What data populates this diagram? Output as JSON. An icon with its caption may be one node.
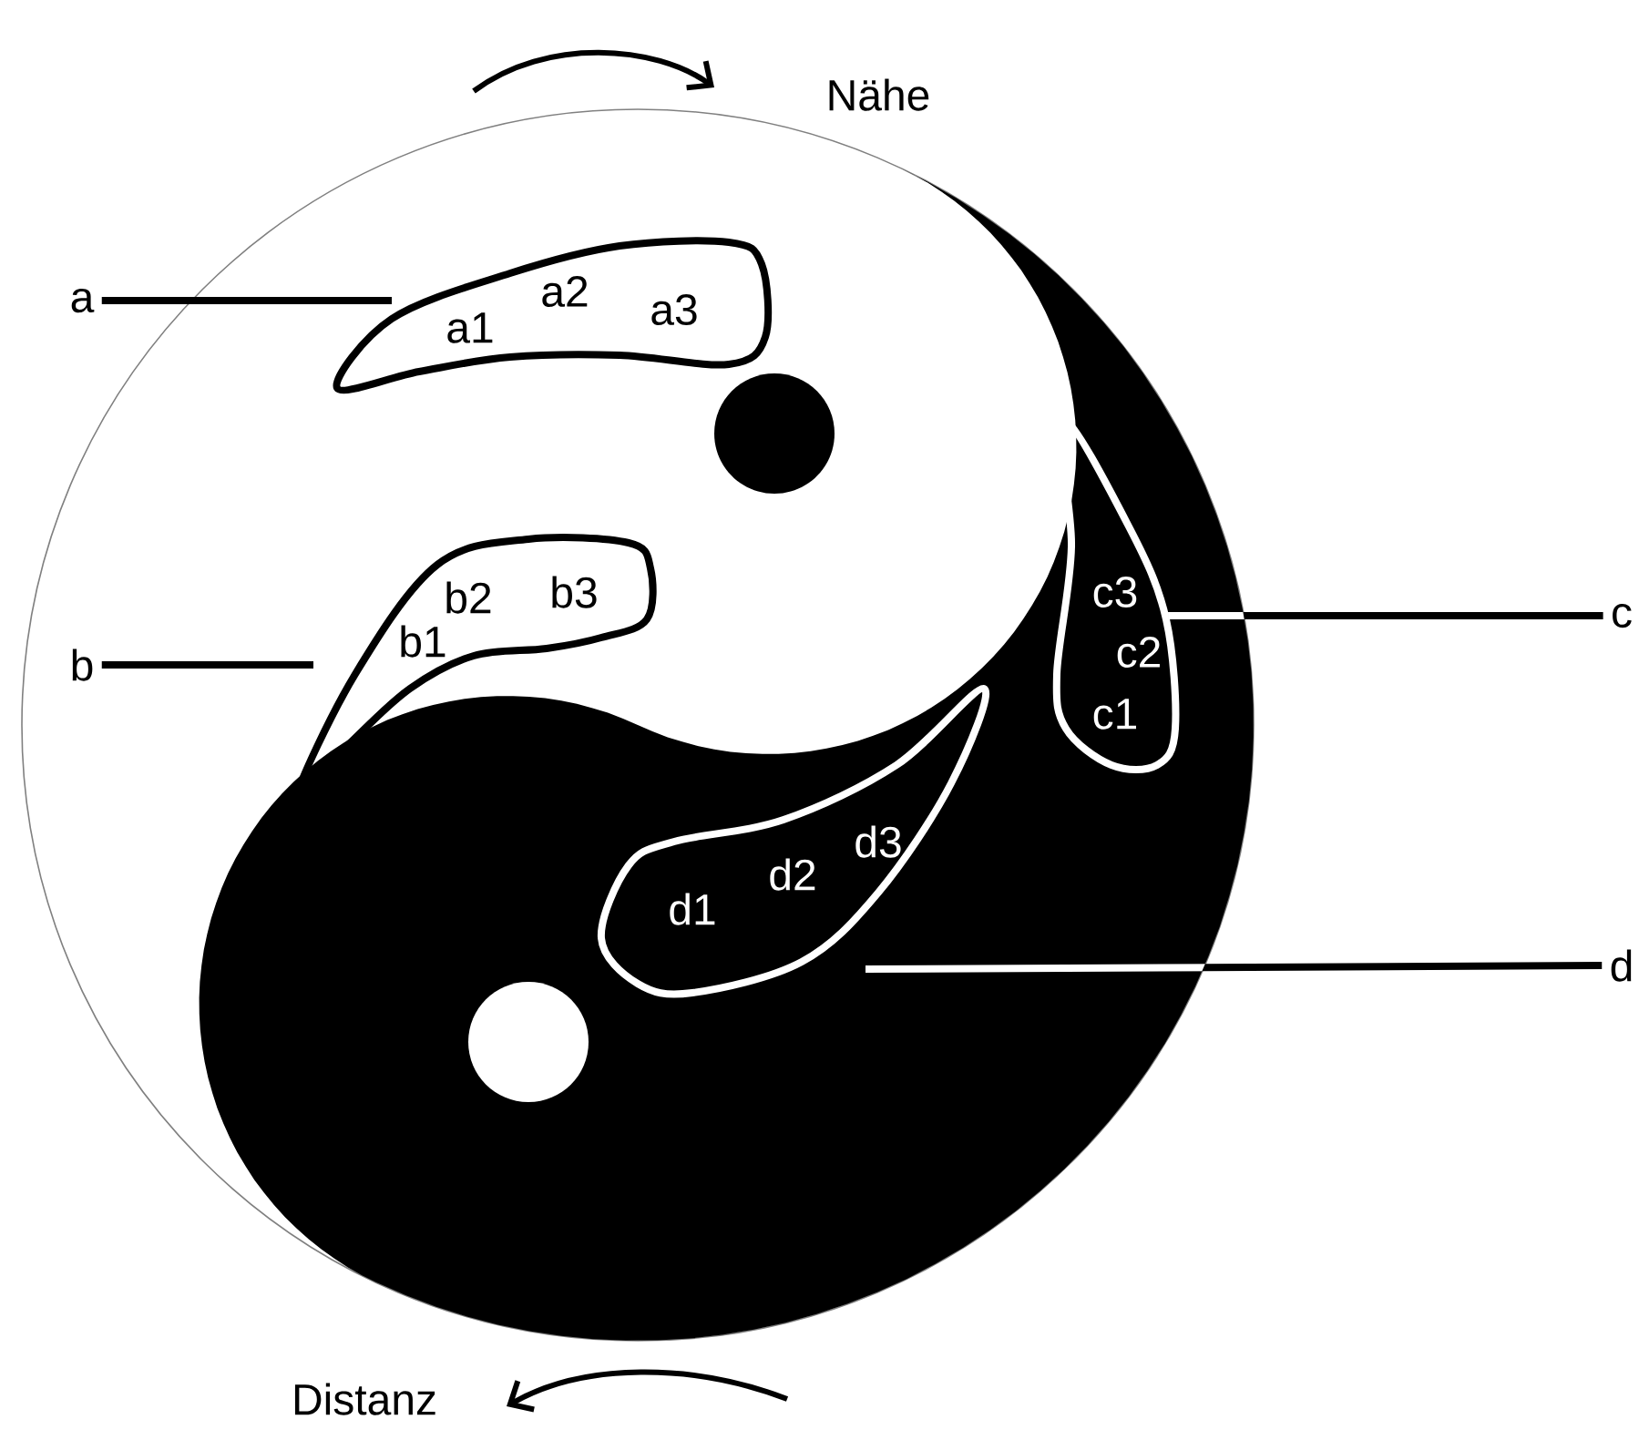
{
  "diagram": {
    "nodes": [
      {
        "text": [
          "a"
        ]
      },
      {
        "text": [
          "a1",
          "a2",
          "a3"
        ]
      },
      {
        "text": [
          "b"
        ]
      },
      {
        "text": [
          "b1",
          "b2",
          "b3"
        ]
      },
      {
        "text": [
          "c"
        ]
      },
      {
        "text": [
          "c3",
          "c2",
          "c1"
        ]
      },
      {
        "text": [
          "d"
        ]
      },
      {
        "text": [
          "d1",
          "d2",
          "d3"
        ]
      }
    ],
    "edges": [
      {
        "from": 0,
        "to": 1,
        "arrow": "none"
      },
      {
        "from": 2,
        "to": 3,
        "arrow": "none"
      },
      {
        "from": 4,
        "to": 5,
        "arrow": "none"
      },
      {
        "from": 6,
        "to": 7,
        "arrow": "none"
      }
    ],
    "labels": [
      "Nähe",
      "Distanz"
    ]
  }
}
